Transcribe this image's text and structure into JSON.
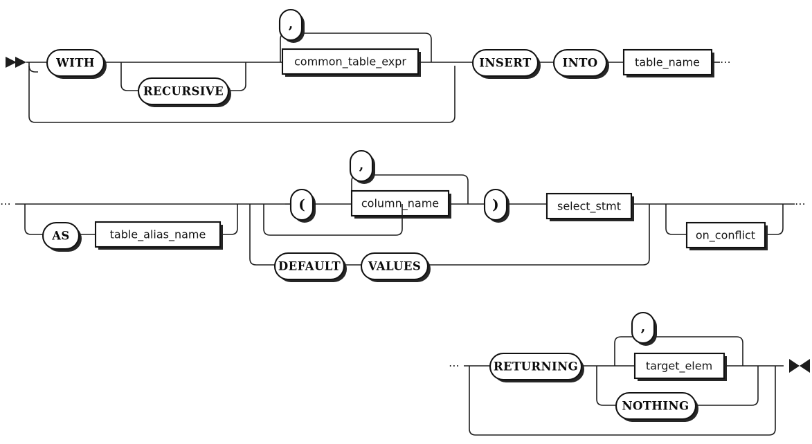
{
  "diagram": {
    "title": "INSERT",
    "type": "railroad-syntax-diagram",
    "colors": {
      "background": "#ffffff",
      "rail": "#1d1d1d",
      "box_border": "#111111",
      "box_fill": "#ffffff",
      "shadow": "#262626",
      "text": "#0b0b0b"
    },
    "rows": [
      {
        "name": "row-1",
        "start_marker": "double-triangle-right",
        "end_marker": "continuation-dots"
      },
      {
        "name": "row-2",
        "start_marker": "continuation-dots",
        "end_marker": "continuation-dots"
      },
      {
        "name": "row-3",
        "start_marker": "continuation-dots",
        "end_marker": "bowtie-end"
      }
    ]
  },
  "nodes": {
    "with": {
      "label": "WITH",
      "kind": "terminal"
    },
    "recursive": {
      "label": "RECURSIVE",
      "kind": "terminal"
    },
    "comma1": {
      "label": ",",
      "kind": "terminal"
    },
    "common_table_expr": {
      "label": "common_table_expr",
      "kind": "nonterminal"
    },
    "insert": {
      "label": "INSERT",
      "kind": "terminal"
    },
    "into": {
      "label": "INTO",
      "kind": "terminal"
    },
    "table_name": {
      "label": "table_name",
      "kind": "nonterminal"
    },
    "as": {
      "label": "AS",
      "kind": "terminal"
    },
    "table_alias_name": {
      "label": "table_alias_name",
      "kind": "nonterminal"
    },
    "lparen": {
      "label": "(",
      "kind": "terminal"
    },
    "comma2": {
      "label": ",",
      "kind": "terminal"
    },
    "column_name": {
      "label": "column_name",
      "kind": "nonterminal"
    },
    "rparen": {
      "label": ")",
      "kind": "terminal"
    },
    "default": {
      "label": "DEFAULT",
      "kind": "terminal"
    },
    "values": {
      "label": "VALUES",
      "kind": "terminal"
    },
    "select_stmt": {
      "label": "select_stmt",
      "kind": "nonterminal"
    },
    "on_conflict": {
      "label": "on_conflict",
      "kind": "nonterminal"
    },
    "returning": {
      "label": "RETURNING",
      "kind": "terminal"
    },
    "comma3": {
      "label": ",",
      "kind": "terminal"
    },
    "target_elem": {
      "label": "target_elem",
      "kind": "nonterminal"
    },
    "nothing": {
      "label": "NOTHING",
      "kind": "terminal"
    }
  },
  "continuations": {
    "row1_end": "⋯",
    "row2_start": "⋯",
    "row2_end": "⋯",
    "row3_start": "⋯"
  }
}
